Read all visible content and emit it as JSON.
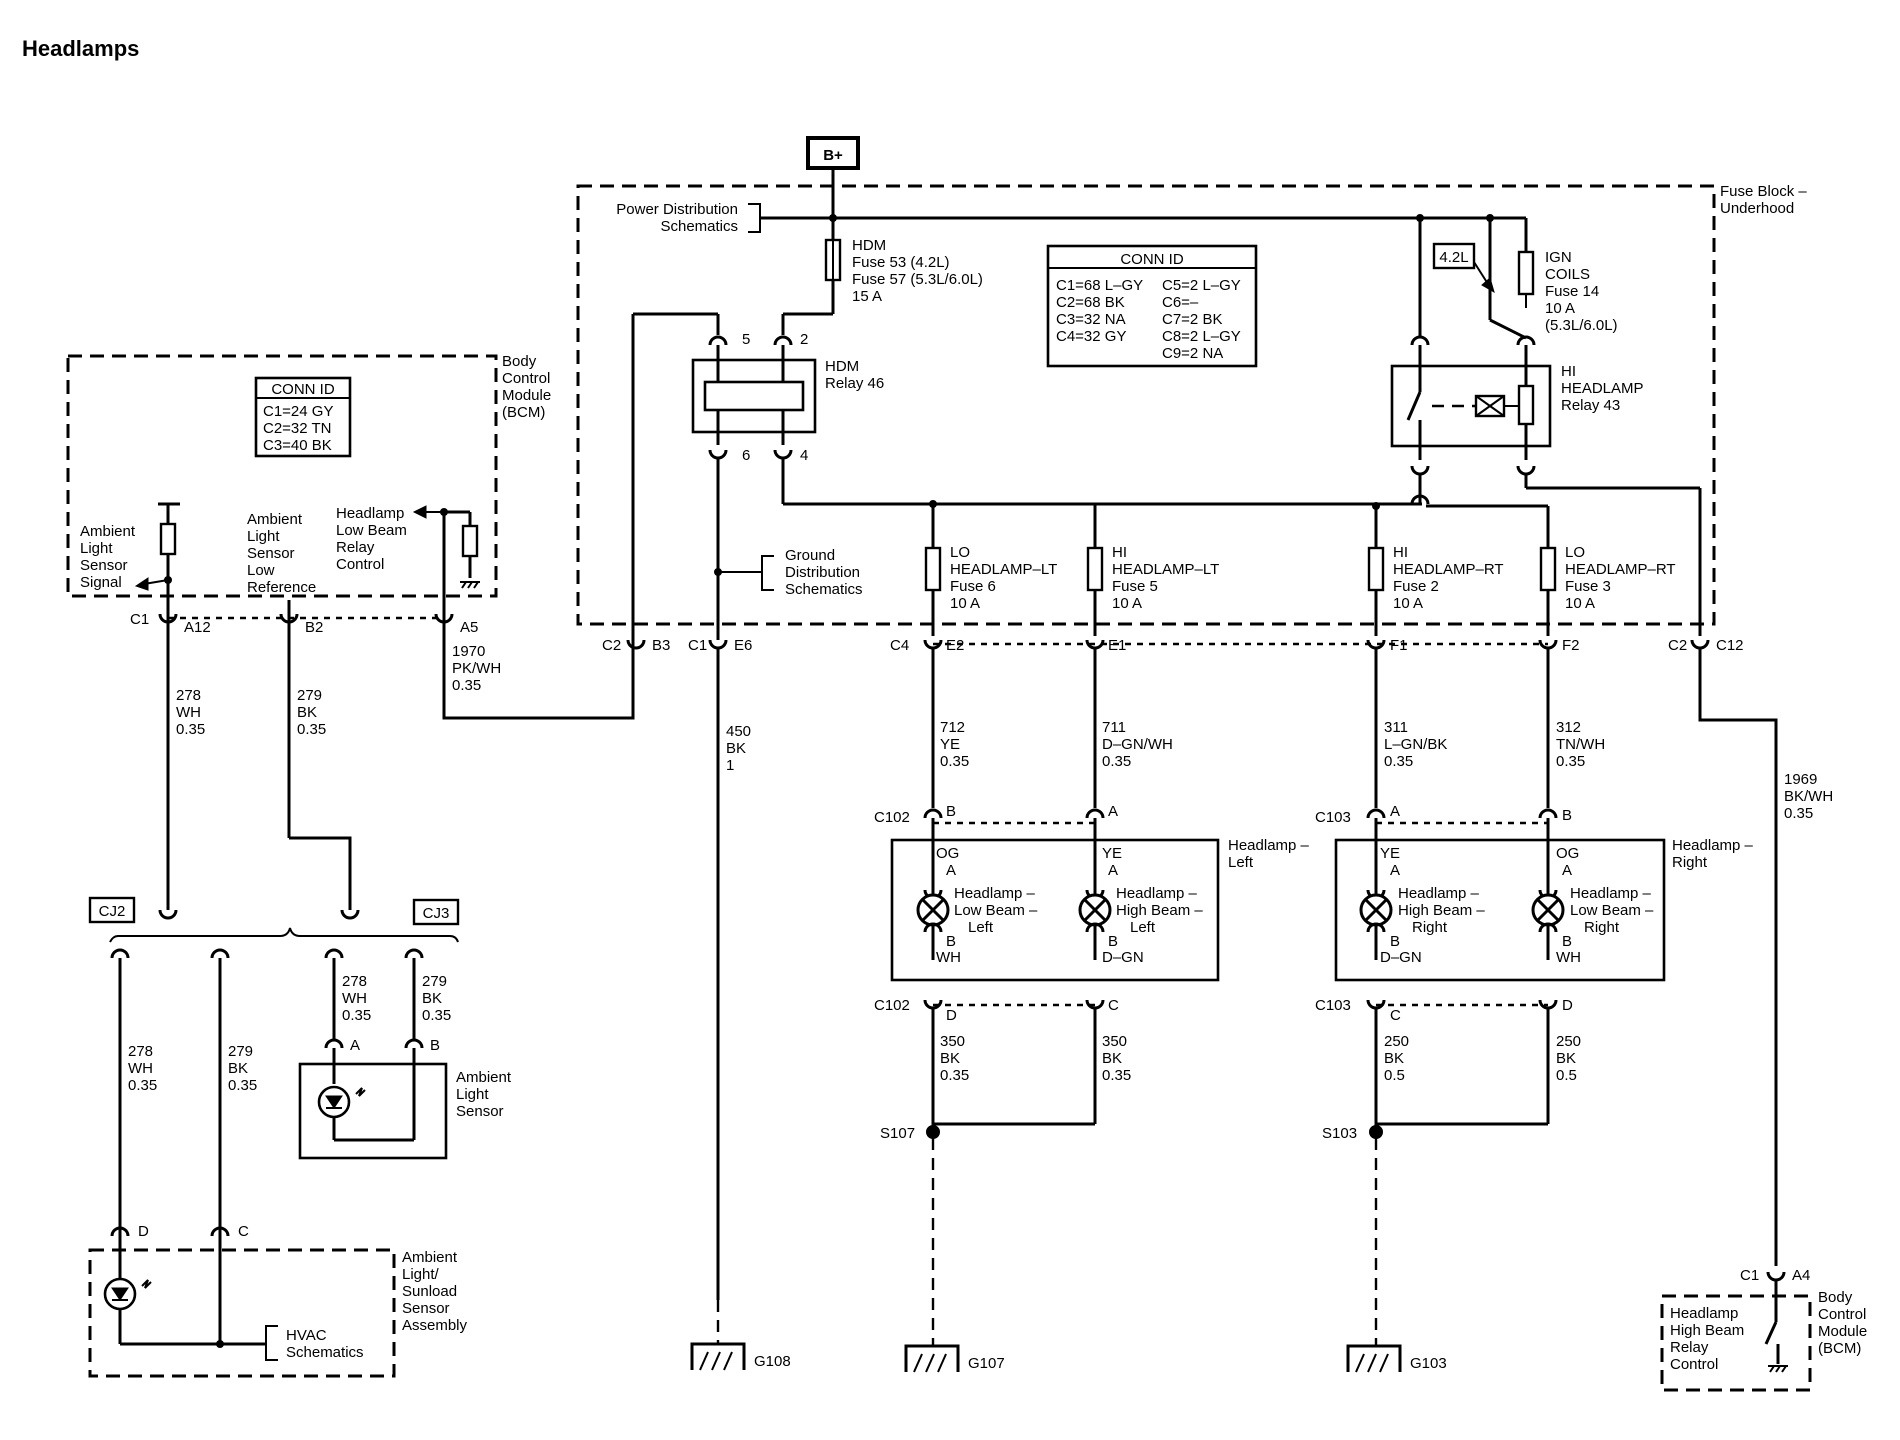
{
  "title": "Headlamps",
  "power": {
    "label": "B+"
  },
  "fuse_block": {
    "name": "Fuse Block –",
    "name2": "Underhood",
    "ref": "Power Distribution",
    "ref2": "Schematics"
  },
  "hdm_fuse": {
    "l1": "HDM",
    "l2": "Fuse 53 (4.2L)",
    "l3": "Fuse 57 (5.3L/6.0L)",
    "l4": "15 A"
  },
  "conn_id_fuse": {
    "header": "CONN ID",
    "rows": [
      "C1=68 L–GY",
      "C2=68 BK",
      "C3=32 NA",
      "C4=32 GY"
    ],
    "rows2": [
      "C5=2 L–GY",
      "C6=–",
      "C7=2 BK",
      "C8=2 L–GY",
      "C9=2 NA"
    ]
  },
  "ign_fuse": {
    "l1": "IGN",
    "l2": "COILS",
    "l3": "Fuse 14",
    "l4": "10 A",
    "l5": "(5.3L/6.0L)",
    "tag": "4.2L"
  },
  "hdm_relay": {
    "l1": "HDM",
    "l2": "Relay 46",
    "pins": [
      "5",
      "2",
      "6",
      "4"
    ]
  },
  "hi_relay": {
    "l1": "HI",
    "l2": "HEADLAMP",
    "l3": "Relay 43"
  },
  "ground_ref": {
    "l1": "Ground",
    "l2": "Distribution",
    "l3": "Schematics"
  },
  "fuses": [
    {
      "l1": "LO",
      "l2": "HEADLAMP–LT",
      "l3": "Fuse 6",
      "l4": "10 A"
    },
    {
      "l1": "HI",
      "l2": "HEADLAMP–LT",
      "l3": "Fuse 5",
      "l4": "10 A"
    },
    {
      "l1": "HI",
      "l2": "HEADLAMP–RT",
      "l3": "Fuse 2",
      "l4": "10 A"
    },
    {
      "l1": "LO",
      "l2": "HEADLAMP–RT",
      "l3": "Fuse 3",
      "l4": "10 A"
    }
  ],
  "bcm": {
    "l1": "Body",
    "l2": "Control",
    "l3": "Module",
    "l4": "(BCM)",
    "conn_header": "CONN ID",
    "conn_rows": [
      "C1=24 GY",
      "C2=32 TN",
      "C3=40 BK"
    ],
    "ambient_signal": [
      "Ambient",
      "Light",
      "Sensor",
      "Signal"
    ],
    "ambient_low": [
      "Ambient",
      "Light",
      "Sensor",
      "Low",
      "Reference"
    ],
    "low_beam": [
      "Headlamp",
      "Low Beam",
      "Relay",
      "Control"
    ]
  },
  "connectors": {
    "c1": "C1",
    "a12": "A12",
    "b2": "B2",
    "a5": "A5",
    "c2a": "C2",
    "b3": "B3",
    "c1b": "C1",
    "e6": "E6",
    "c4": "C4",
    "e2": "E2",
    "e1": "E1",
    "f1": "F1",
    "f2": "F2",
    "c2b": "C2",
    "c12": "C12",
    "c102": "C102",
    "c103": "C103",
    "c102b": "C102",
    "c103b": "C103",
    "c1c": "C1",
    "a4": "A4"
  },
  "wires": {
    "w278": [
      "278",
      "WH",
      "0.35"
    ],
    "w279": [
      "279",
      "BK",
      "0.35"
    ],
    "w1970": [
      "1970",
      "PK/WH",
      "0.35"
    ],
    "w450": [
      "450",
      "BK",
      "1"
    ],
    "w712": [
      "712",
      "YE",
      "0.35"
    ],
    "w711": [
      "711",
      "D–GN/WH",
      "0.35"
    ],
    "w311": [
      "311",
      "L–GN/BK",
      "0.35"
    ],
    "w312": [
      "312",
      "TN/WH",
      "0.35"
    ],
    "w1969": [
      "1969",
      "BK/WH",
      "0.35"
    ],
    "w350a": [
      "350",
      "BK",
      "0.35"
    ],
    "w350b": [
      "350",
      "BK",
      "0.35"
    ],
    "w250a": [
      "250",
      "BK",
      "0.5"
    ],
    "w250b": [
      "250",
      "BK",
      "0.5"
    ],
    "w278b": [
      "278",
      "WH",
      "0.35"
    ],
    "w279b": [
      "279",
      "BK",
      "0.35"
    ],
    "w278c": [
      "278",
      "WH",
      "0.35"
    ],
    "w279c": [
      "279",
      "BK",
      "0.35"
    ]
  },
  "headlamp_left": {
    "name": "Headlamp –",
    "name2": "Left",
    "low": {
      "color": "OG",
      "pin_a": "A",
      "pin_b": "B",
      "color_b": "WH",
      "l1": "Headlamp –",
      "l2": "Low Beam –",
      "l3": "Left"
    },
    "high": {
      "color": "YE",
      "pin_a": "A",
      "pin_b": "B",
      "color_b": "D–GN",
      "l1": "Headlamp –",
      "l2": "High Beam –",
      "l3": "Left"
    },
    "conn_top": [
      "B",
      "A"
    ],
    "conn_bot": [
      "D",
      "C"
    ]
  },
  "headlamp_right": {
    "name": "Headlamp –",
    "name2": "Right",
    "high": {
      "color": "YE",
      "pin_a": "A",
      "pin_b": "B",
      "color_b": "D–GN",
      "l1": "Headlamp –",
      "l2": "High Beam –",
      "l3": "Right"
    },
    "low": {
      "color": "OG",
      "pin_a": "A",
      "pin_b": "B",
      "color_b": "WH",
      "l1": "Headlamp –",
      "l2": "Low Beam –",
      "l3": "Right"
    },
    "conn_top": [
      "A",
      "B"
    ],
    "conn_bot": [
      "C",
      "D"
    ]
  },
  "splices": {
    "s107": "S107",
    "s103": "S103"
  },
  "grounds": {
    "g108": "G108",
    "g107": "G107",
    "g103": "G103"
  },
  "cj": {
    "cj2": "CJ2",
    "cj3": "CJ3"
  },
  "ambient_sensor": {
    "l1": "Ambient",
    "l2": "Light",
    "l3": "Sensor",
    "pin_a": "A",
    "pin_b": "B"
  },
  "sunload": {
    "l1": "Ambient",
    "l2": "Light/",
    "l3": "Sunload",
    "l4": "Sensor",
    "l5": "Assembly",
    "pin_d": "D",
    "pin_c": "C",
    "hvac1": "HVAC",
    "hvac2": "Schematics"
  },
  "bcm_right": {
    "l1": "Body",
    "l2": "Control",
    "l3": "Module",
    "l4": "(BCM)",
    "s1": "Headlamp",
    "s2": "High Beam",
    "s3": "Relay",
    "s4": "Control"
  }
}
